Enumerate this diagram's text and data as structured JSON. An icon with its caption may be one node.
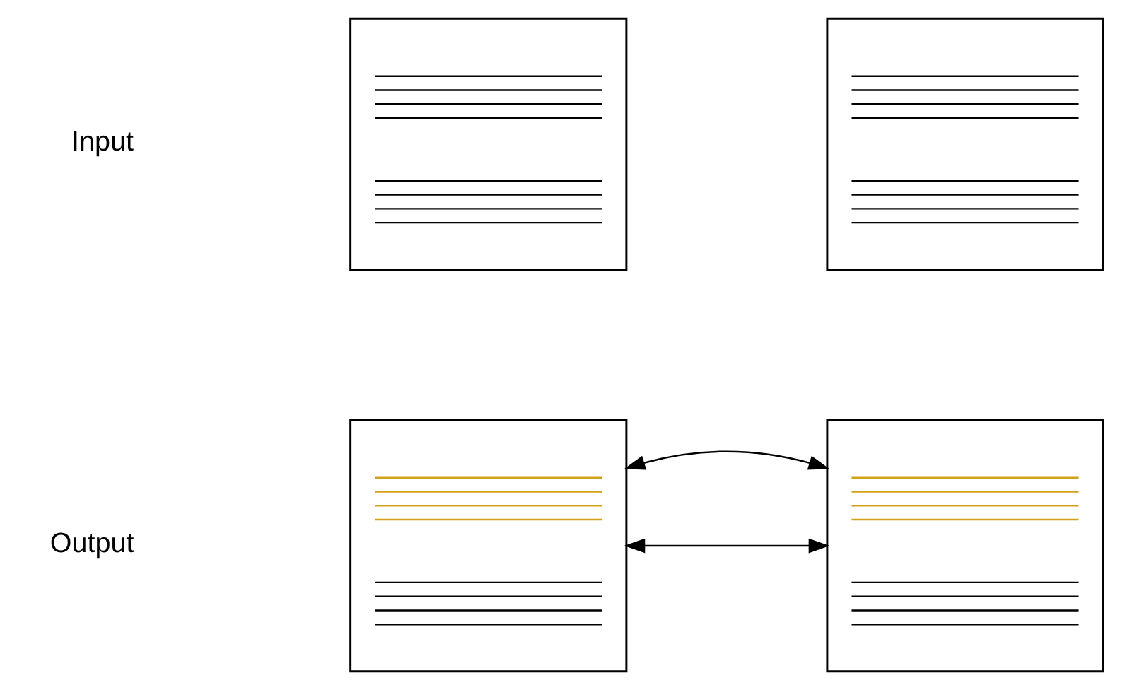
{
  "diagram": {
    "nodes": [
      {
        "text": [],
        "shape": "box"
      },
      {
        "text": [],
        "shape": "box"
      },
      {
        "text": [],
        "shape": "box"
      },
      {
        "text": [],
        "shape": "box"
      }
    ],
    "edges": [
      {
        "from": 2,
        "to": 3,
        "arrow": "both"
      },
      {
        "from": 2,
        "to": 3,
        "arrow": "both"
      }
    ],
    "labels": [
      "Input",
      "Output"
    ]
  }
}
